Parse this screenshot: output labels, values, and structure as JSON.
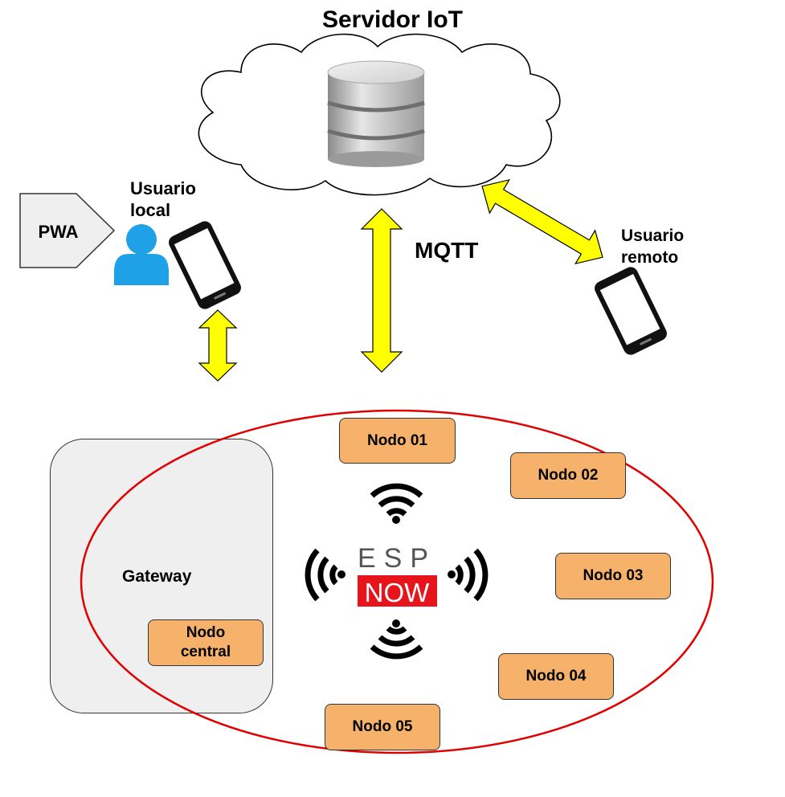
{
  "title": "Servidor IoT",
  "pwa_label": "PWA",
  "local_user_label": "Usuario\nlocal",
  "remote_user_label": "Usuario\nremoto",
  "mqtt_label": "MQTT",
  "gateway_label": "Gateway",
  "central_node_label": "Nodo\ncentral",
  "espnow": {
    "esp": "ESP",
    "now": "NOW"
  },
  "nodes": [
    "Nodo 01",
    "Nodo 02",
    "Nodo 03",
    "Nodo 04",
    "Nodo 05"
  ],
  "colors": {
    "arrow": "#ffff00",
    "node": "#f6b26b",
    "ellipse": "#e00000",
    "gateway": "#efefef",
    "user": "#1ea1e6",
    "now_bg": "#e8141b"
  },
  "icons": [
    "cloud-icon",
    "database-icon",
    "user-icon",
    "smartphone-icon",
    "wifi-icon"
  ]
}
